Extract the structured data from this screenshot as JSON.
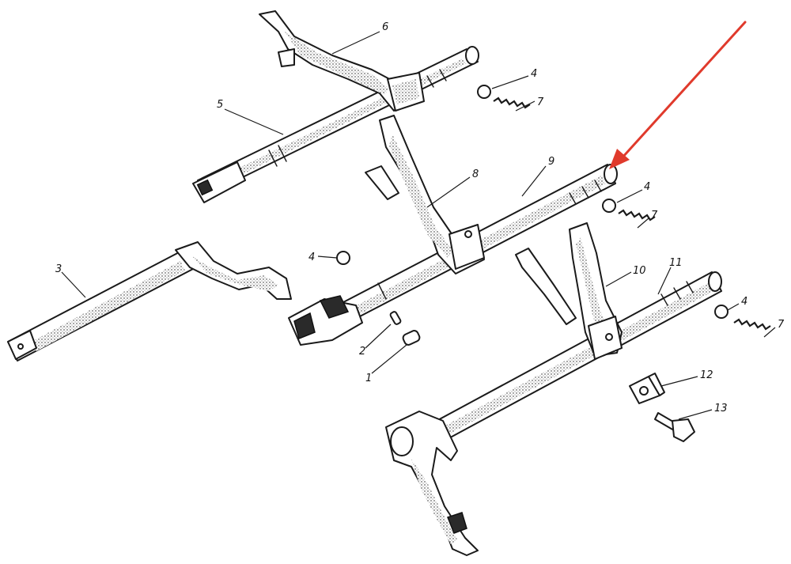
{
  "callouts": [
    {
      "id": "c6",
      "label": "6"
    },
    {
      "id": "c4a",
      "label": "4"
    },
    {
      "id": "c7a",
      "label": "7"
    },
    {
      "id": "c5",
      "label": "5"
    },
    {
      "id": "c8",
      "label": "8"
    },
    {
      "id": "c9",
      "label": "9"
    },
    {
      "id": "c4b",
      "label": "4"
    },
    {
      "id": "c7b",
      "label": "7"
    },
    {
      "id": "c4c",
      "label": "4"
    },
    {
      "id": "c3",
      "label": "3"
    },
    {
      "id": "c10",
      "label": "10"
    },
    {
      "id": "c11",
      "label": "11"
    },
    {
      "id": "c4d",
      "label": "4"
    },
    {
      "id": "c7c",
      "label": "7"
    },
    {
      "id": "c2",
      "label": "2"
    },
    {
      "id": "c1",
      "label": "1"
    },
    {
      "id": "c12",
      "label": "12"
    },
    {
      "id": "c13",
      "label": "13"
    }
  ],
  "colors": {
    "ink": "#1a1a1a",
    "arrow": "#e03a2c",
    "background": "#ffffff"
  }
}
